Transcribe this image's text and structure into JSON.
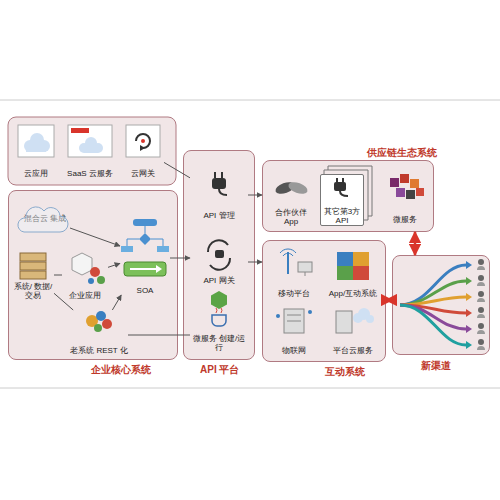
{
  "diagram": {
    "nodes": [
      {
        "text": [
          "云应用"
        ]
      },
      {
        "text": [
          "SaaS 云服务"
        ]
      },
      {
        "text": [
          "云网关"
        ]
      },
      {
        "text": [
          "企业核心系统"
        ]
      },
      {
        "text": [
          "混合云 集成"
        ],
        "in": 3
      },
      {
        "text": [
          "系统/ 数据/交易"
        ],
        "in": 3
      },
      {
        "text": [
          "企业应用"
        ],
        "in": 3
      },
      {
        "text": [
          "SOA"
        ],
        "in": 3
      },
      {
        "text": [
          "老系统 REST 化"
        ],
        "in": 3
      },
      {
        "text": [
          "API 平台"
        ]
      },
      {
        "text": [
          "API 管理"
        ],
        "in": 9
      },
      {
        "text": [
          "API 网关"
        ],
        "in": 9
      },
      {
        "text": [
          "微服务 创建/运行"
        ],
        "in": 9
      },
      {
        "text": [
          "供应链生态系统"
        ]
      },
      {
        "text": [
          "合作伙伴 App"
        ],
        "in": 13
      },
      {
        "text": [
          "其它第3方 API"
        ],
        "in": 13
      },
      {
        "text": [
          "微服务"
        ],
        "in": 13
      },
      {
        "text": [
          "互动系统"
        ]
      },
      {
        "text": [
          "移动平台"
        ],
        "in": 17
      },
      {
        "text": [
          "App/互动系统"
        ],
        "in": 17
      },
      {
        "text": [
          "物联网"
        ],
        "in": 17
      },
      {
        "text": [
          "平台云服务"
        ],
        "in": 17
      },
      {
        "text": [
          "新渠道"
        ]
      }
    ],
    "edges": [
      {
        "from": 2,
        "to": 10,
        "arrow": "none"
      },
      {
        "from": 4,
        "to": 7,
        "arrow": "to"
      },
      {
        "from": 5,
        "to": 6,
        "arrow": "none"
      },
      {
        "from": 6,
        "to": 7,
        "arrow": "to"
      },
      {
        "from": 5,
        "to": 8,
        "arrow": "none"
      },
      {
        "from": 8,
        "to": 7,
        "arrow": "to"
      },
      {
        "from": 7,
        "to": 11,
        "arrow": "to"
      },
      {
        "from": 10,
        "to": 13,
        "arrow": "to"
      },
      {
        "from": 11,
        "to": 17,
        "arrow": "to"
      },
      {
        "from": 13,
        "to": 22,
        "arrow": "both"
      },
      {
        "from": 17,
        "to": 22,
        "arrow": "both"
      },
      {
        "from": 12,
        "to": 8,
        "arrow": "none"
      }
    ]
  }
}
